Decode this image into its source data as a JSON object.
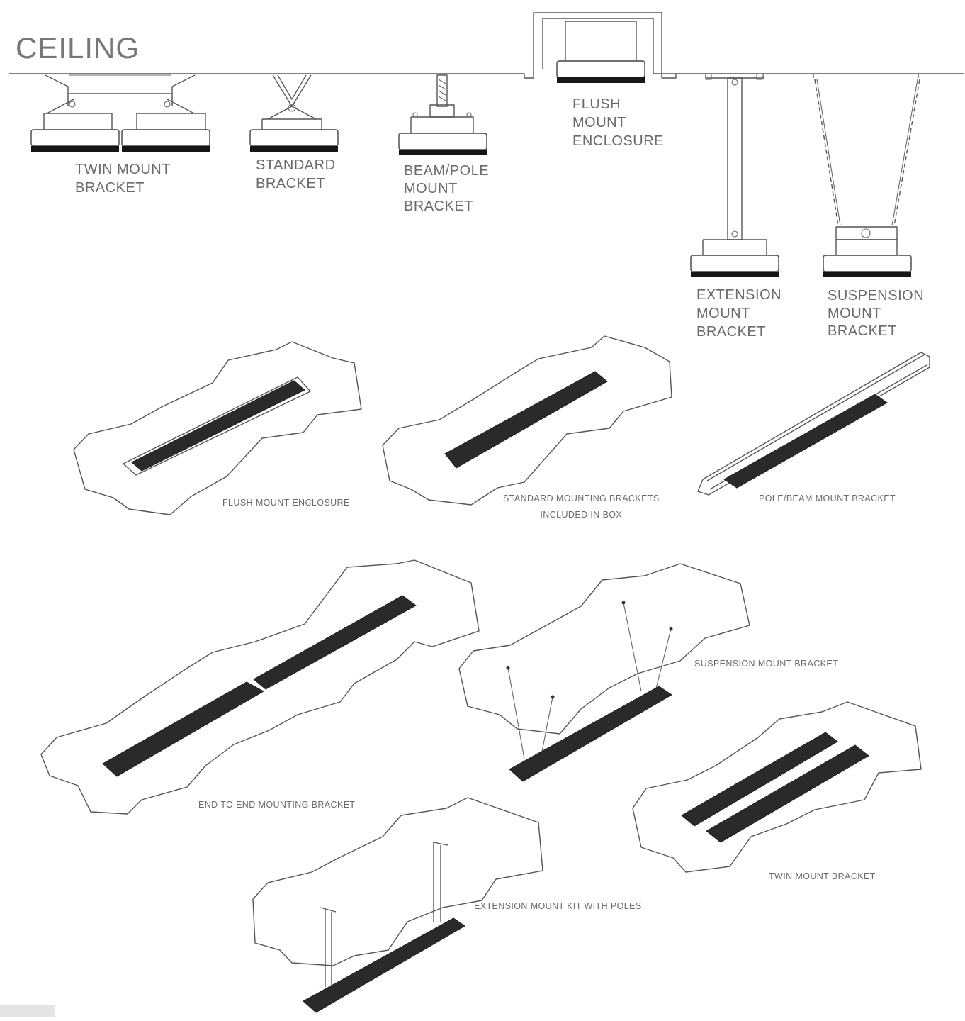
{
  "heading": "CEILING",
  "elevation_labels": {
    "twin": [
      "TWIN MOUNT",
      "BRACKET"
    ],
    "standard": [
      "STANDARD",
      "BRACKET"
    ],
    "beam_pole": [
      "BEAM/POLE",
      "MOUNT",
      "BRACKET"
    ],
    "flush": [
      "FLUSH",
      "MOUNT",
      "ENCLOSURE"
    ],
    "extension": [
      "EXTENSION",
      "MOUNT",
      "BRACKET"
    ],
    "suspension": [
      "SUSPENSION",
      "MOUNT",
      "BRACKET"
    ]
  },
  "iso_captions": {
    "flush": "FLUSH MOUNT ENCLOSURE",
    "standard": [
      "STANDARD MOUNTING BRACKETS",
      "INCLUDED IN BOX"
    ],
    "pole_beam": "POLE/BEAM MOUNT BRACKET",
    "suspension": "SUSPENSION MOUNT BRACKET",
    "end_to_end": "END TO END MOUNTING BRACKET",
    "twin": "TWIN MOUNT BRACKET",
    "extension": "EXTENSION MOUNT KIT WITH POLES"
  }
}
